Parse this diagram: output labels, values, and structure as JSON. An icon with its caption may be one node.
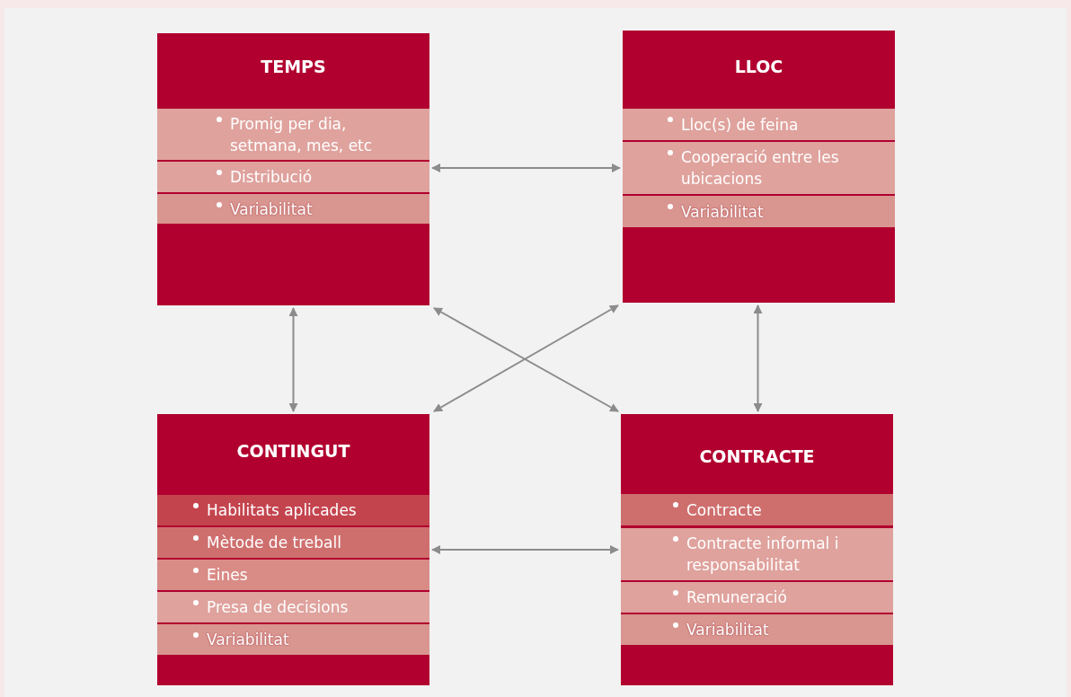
{
  "diagram": {
    "nodes": [
      {
        "text": [
          "TEMPS"
        ]
      },
      {
        "text": [
          "Promig per dia, setmana, mes, etc"
        ],
        "in": 0
      },
      {
        "text": [
          "Distribució"
        ],
        "in": 0
      },
      {
        "text": [
          "Variabilitat"
        ],
        "in": 0
      },
      {
        "text": [
          "LLOC"
        ]
      },
      {
        "text": [
          "Lloc(s) de feina"
        ],
        "in": 4
      },
      {
        "text": [
          "Cooperació entre les ubicacions"
        ],
        "in": 4
      },
      {
        "text": [
          "Variabilitat"
        ],
        "in": 4
      },
      {
        "text": [
          "CONTINGUT"
        ]
      },
      {
        "text": [
          "Habilitats aplicades"
        ],
        "in": 8
      },
      {
        "text": [
          "Mètode de treball"
        ],
        "in": 8
      },
      {
        "text": [
          "Eines"
        ],
        "in": 8
      },
      {
        "text": [
          "Presa de decisions"
        ],
        "in": 8
      },
      {
        "text": [
          "Variabilitat"
        ],
        "in": 8
      },
      {
        "text": [
          "CONTRACTE"
        ]
      },
      {
        "text": [
          "Contracte"
        ],
        "in": 14
      },
      {
        "text": [
          "Contracte informal i responsabilitat"
        ],
        "in": 14
      },
      {
        "text": [
          "Remuneració"
        ],
        "in": 14
      },
      {
        "text": [
          "Variabilitat"
        ],
        "in": 14
      }
    ],
    "edges": [
      {
        "from": 0,
        "to": 4,
        "arrow": "both"
      },
      {
        "from": 0,
        "to": 8,
        "arrow": "both"
      },
      {
        "from": 4,
        "to": 14,
        "arrow": "both"
      },
      {
        "from": 0,
        "to": 14,
        "arrow": "both"
      },
      {
        "from": 4,
        "to": 8,
        "arrow": "both"
      },
      {
        "from": 8,
        "to": 14,
        "arrow": "both"
      }
    ]
  }
}
